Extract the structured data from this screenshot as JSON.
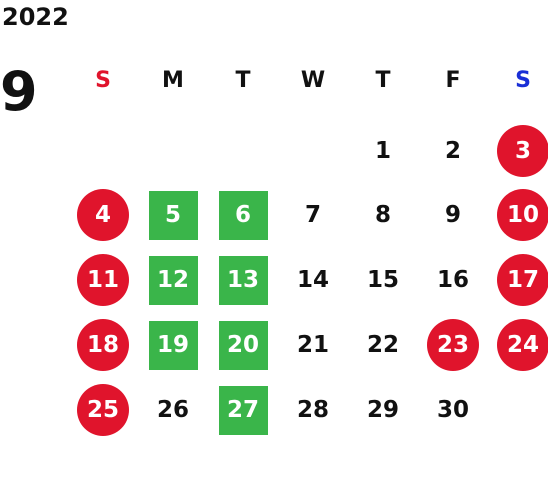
{
  "calendar": {
    "year": "2022",
    "month": "9",
    "weekdays": [
      {
        "label": "S",
        "color": "#e0142c"
      },
      {
        "label": "M",
        "color": "#111111"
      },
      {
        "label": "T",
        "color": "#111111"
      },
      {
        "label": "W",
        "color": "#111111"
      },
      {
        "label": "T",
        "color": "#111111"
      },
      {
        "label": "F",
        "color": "#111111"
      },
      {
        "label": "S",
        "color": "#1a2fd6"
      }
    ],
    "days": [
      {
        "day": "1",
        "style": "normal"
      },
      {
        "day": "2",
        "style": "normal"
      },
      {
        "day": "3",
        "style": "holiday"
      },
      {
        "day": "4",
        "style": "holiday"
      },
      {
        "day": "5",
        "style": "green"
      },
      {
        "day": "6",
        "style": "green"
      },
      {
        "day": "7",
        "style": "normal"
      },
      {
        "day": "8",
        "style": "normal"
      },
      {
        "day": "9",
        "style": "normal"
      },
      {
        "day": "10",
        "style": "holiday"
      },
      {
        "day": "11",
        "style": "holiday"
      },
      {
        "day": "12",
        "style": "green"
      },
      {
        "day": "13",
        "style": "green"
      },
      {
        "day": "14",
        "style": "normal"
      },
      {
        "day": "15",
        "style": "normal"
      },
      {
        "day": "16",
        "style": "normal"
      },
      {
        "day": "17",
        "style": "holiday"
      },
      {
        "day": "18",
        "style": "holiday"
      },
      {
        "day": "19",
        "style": "green"
      },
      {
        "day": "20",
        "style": "green"
      },
      {
        "day": "21",
        "style": "normal"
      },
      {
        "day": "22",
        "style": "normal"
      },
      {
        "day": "23",
        "style": "holiday"
      },
      {
        "day": "24",
        "style": "holiday"
      },
      {
        "day": "25",
        "style": "holiday"
      },
      {
        "day": "26",
        "style": "normal"
      },
      {
        "day": "27",
        "style": "green"
      },
      {
        "day": "28",
        "style": "normal"
      },
      {
        "day": "29",
        "style": "normal"
      },
      {
        "day": "30",
        "style": "normal"
      }
    ],
    "colors": {
      "holiday_red": "#e0142c",
      "green": "#3ab54a",
      "sunday_header": "#e0142c",
      "saturday_header": "#1a2fd6",
      "text": "#111111"
    }
  }
}
